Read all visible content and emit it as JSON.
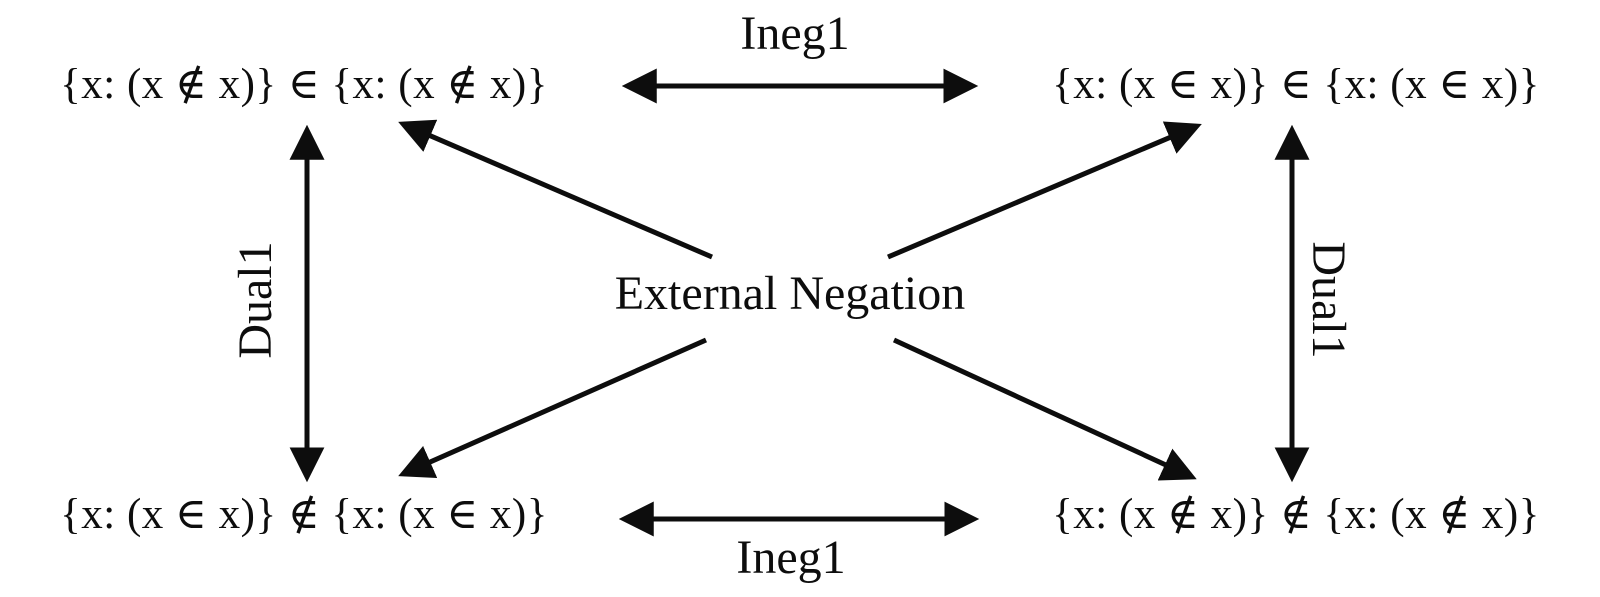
{
  "diagram": {
    "description": "Square diagram relating four set-membership formulas by Ineg1, Dual1 and External Negation operations",
    "nodes": {
      "top_left": "{x: (x ∉ x)} ∈ {x: (x ∉ x)}",
      "top_right": "{x: (x ∈ x)} ∈ {x: (x ∈ x)}",
      "bottom_left": "{x: (x ∈ x)} ∉ {x: (x ∈ x)}",
      "bottom_right": "{x: (x ∉ x)} ∉ {x: (x ∉ x)}"
    },
    "edges": {
      "top_label": "Ineg1",
      "bottom_label": "Ineg1",
      "left_label": "Dual1",
      "right_label": "Dual1",
      "center_label": "External Negation"
    },
    "colors": {
      "ink": "#0d0d0d",
      "background": "#ffffff"
    }
  }
}
